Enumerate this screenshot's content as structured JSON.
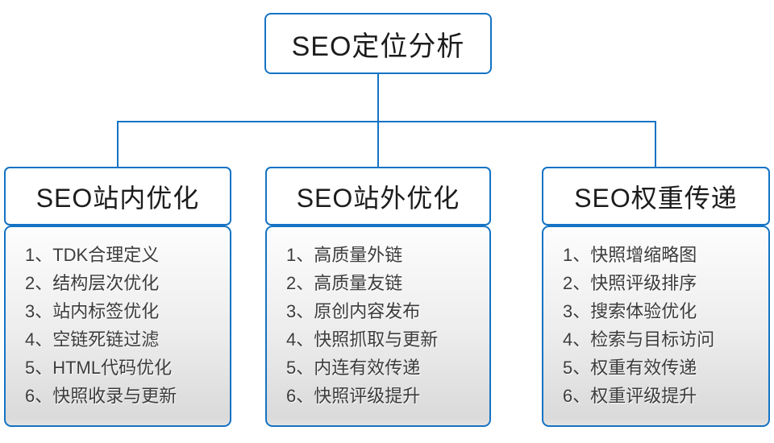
{
  "diagram": {
    "root": {
      "label": "SEO定位分析"
    },
    "columns": [
      {
        "title": "SEO站内优化",
        "items": [
          "1、TDK合理定义",
          "2、结构层次优化",
          "3、站内标签优化",
          "4、空链死链过滤",
          "5、HTML代码优化",
          "6、快照收录与更新"
        ]
      },
      {
        "title": "SEO站外优化",
        "items": [
          "1、高质量外链",
          "2、高质量友链",
          "3、原创内容发布",
          "4、快照抓取与更新",
          "5、内连有效传递",
          "6、快照评级提升"
        ]
      },
      {
        "title": "SEO权重传递",
        "items": [
          "1、快照增缩略图",
          "2、快照评级排序",
          "3、搜索体验优化",
          "4、检索与目标访问",
          "5、权重有效传递",
          "6、权重评级提升"
        ]
      }
    ]
  },
  "colors": {
    "accent": "#1473c4",
    "text_dark": "#1c1c1c",
    "item_text": "#3c3c3c",
    "panel_top": "#fdfdfd",
    "panel_bottom": "#dadada"
  }
}
